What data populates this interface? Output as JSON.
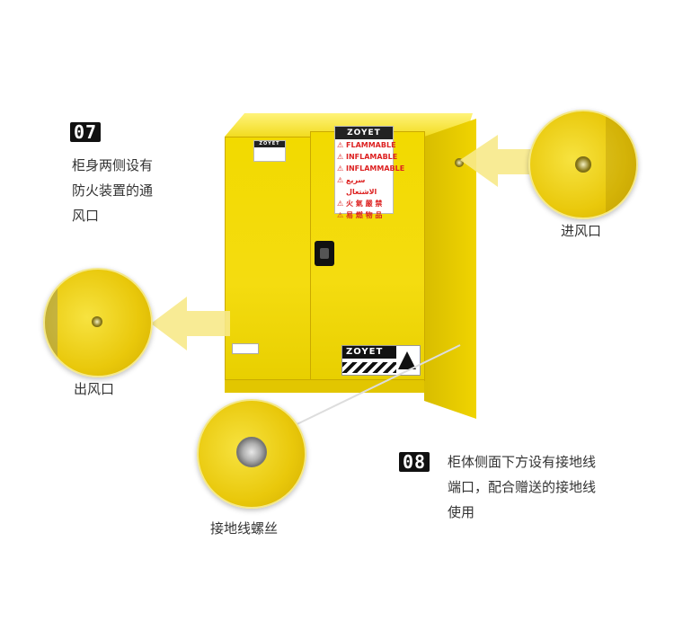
{
  "callouts": {
    "c07": {
      "badge": "07",
      "lines": [
        "柜身两侧设有",
        "防火装置的通",
        "风口"
      ]
    },
    "c08": {
      "badge": "08",
      "lines": [
        "柜体侧面下方设有接地线",
        "端口，配合赠送的接地线",
        "使用"
      ]
    }
  },
  "captions": {
    "inlet": "进风口",
    "outlet": "出风口",
    "ground_screw": "接地线螺丝"
  },
  "cabinet": {
    "brand": "ZOYET",
    "warnings": [
      "FLAMMABLE",
      "INFLAMABLE",
      "INFLAMMABLE",
      "سريع الاشتعال",
      "火 氣 嚴 禁",
      "易 燃 物 品"
    ],
    "bottom_brand": "ZOYET"
  },
  "colors": {
    "cabinet_yellow": "#f2da00",
    "arrow_yellow": "#f7e98a",
    "badge_bg": "#111111"
  }
}
